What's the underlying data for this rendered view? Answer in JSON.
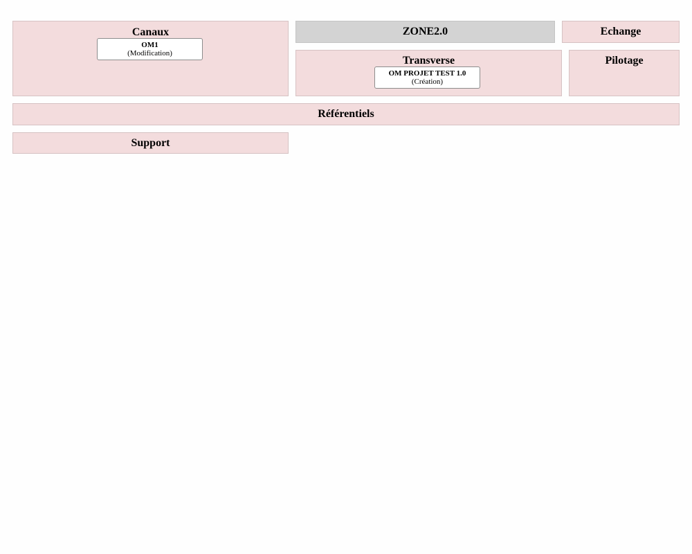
{
  "zones": {
    "canaux": {
      "title": "Canaux",
      "cards": [
        {
          "name": "OM1",
          "status": "(Modification)"
        }
      ]
    },
    "zone20": {
      "title": "ZONE2.0"
    },
    "echange": {
      "title": "Echange"
    },
    "transverse": {
      "title": "Transverse",
      "cards": [
        {
          "name": "OM PROJET TEST 1.0",
          "status": "(Création)"
        }
      ]
    },
    "pilotage": {
      "title": "Pilotage"
    },
    "referentiels": {
      "title": "Référentiels"
    },
    "support": {
      "title": "Support"
    }
  },
  "colors": {
    "zone_fill": "#f3dcdd",
    "header_fill": "#d3d3d3",
    "card_fill": "#ffffff"
  }
}
